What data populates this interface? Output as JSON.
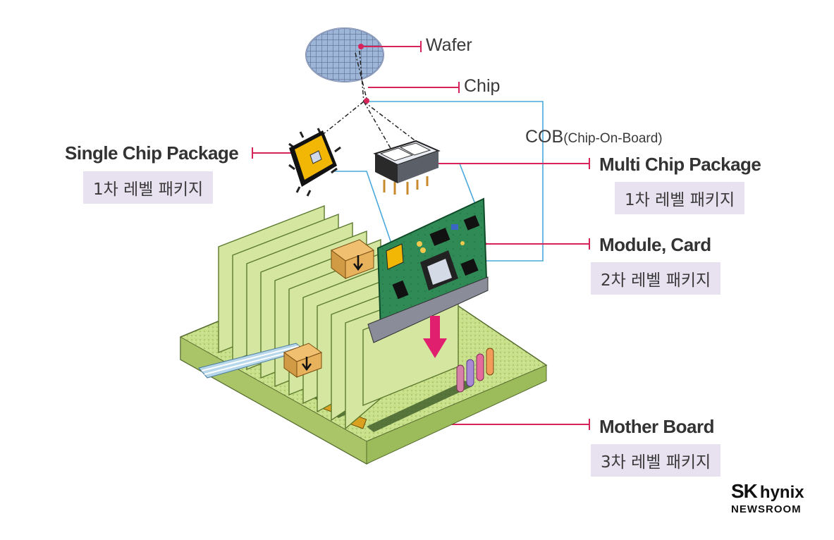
{
  "labels": {
    "wafer": "Wafer",
    "chip": "Chip",
    "cob_main": "COB",
    "cob_paren": "(Chip-On-Board)",
    "single_chip": {
      "title": "Single Chip Package",
      "level": "1차 레벨 패키지"
    },
    "multi_chip": {
      "title": "Multi Chip Package",
      "level": "1차 레벨 패키지"
    },
    "module": {
      "title": "Module, Card",
      "level": "2차 레벨 패키지"
    },
    "mother": {
      "title": "Mother Board",
      "level": "3차 레벨 패키지"
    }
  },
  "brand": {
    "sk": "SK",
    "hynix": "hynix",
    "newsroom": "NEWSROOM"
  },
  "colors": {
    "leader_line": "#d6245a",
    "cob_line": "#4aa8dc",
    "board_green": "#c9e08a",
    "pcb_green": "#2f8a55",
    "chip_gold": "#f2b705",
    "level_bg": "#e8e1f0",
    "arrow": "#e0206f"
  }
}
